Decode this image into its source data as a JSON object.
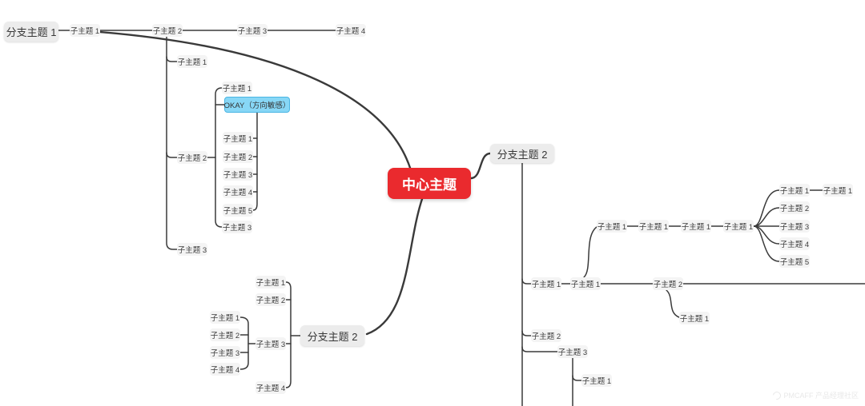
{
  "palette": {
    "canvas_bg": "#ffffff",
    "central_bg": "#ea2a2e",
    "central_text": "#ffffff",
    "branch_bg": "#ececec",
    "node_bg": "#f4f4f4",
    "highlight_bg": "#87d7f6",
    "highlight_border": "#4ab5e3",
    "line": "#3a3a3a",
    "text": "#3d3d3d",
    "watermark_color": "#e8e8e8"
  },
  "mindmap": {
    "central": {
      "label": "中心主题"
    },
    "branch1": {
      "label": "分支主题 1",
      "chain": [
        {
          "label": "子主题 1"
        },
        {
          "label": "子主题 2"
        },
        {
          "label": "子主题 3"
        },
        {
          "label": "子主题 4"
        }
      ],
      "sub2_children": [
        {
          "label": "子主题 1"
        },
        {
          "label": "子主题 2"
        },
        {
          "label": "子主题 3"
        }
      ],
      "inner_children": [
        {
          "label": "子主题 1"
        },
        {
          "label": "OKAY（方向敏感）"
        },
        {
          "label": "子主题 3"
        }
      ],
      "okay_children": [
        {
          "label": "子主题 1"
        },
        {
          "label": "子主题 2"
        },
        {
          "label": "子主题 3"
        },
        {
          "label": "子主题 4"
        },
        {
          "label": "子主题 5"
        }
      ]
    },
    "branch2_right": {
      "label": "分支主题 2",
      "row": [
        {
          "label": "子主题 1"
        },
        {
          "label": "子主题 1"
        },
        {
          "label": "子主题 2"
        }
      ],
      "row_sub": {
        "label": "子主题 1"
      },
      "upchain": [
        {
          "label": "子主题 1"
        },
        {
          "label": "子主题 1"
        },
        {
          "label": "子主题 1"
        },
        {
          "label": "子主题 1"
        }
      ],
      "fan": [
        {
          "label": "子主题 1"
        },
        {
          "label": "子主题 2"
        },
        {
          "label": "子主题 3"
        },
        {
          "label": "子主题 4"
        },
        {
          "label": "子主题 5"
        }
      ],
      "fan_child": {
        "label": "子主题 1"
      },
      "item2": {
        "label": "子主题 2"
      },
      "item3": {
        "label": "子主题 3"
      },
      "item3_child": {
        "label": "子主题 1"
      }
    },
    "branch2_bottom": {
      "label": "分支主题 2",
      "children": [
        {
          "label": "子主题 1"
        },
        {
          "label": "子主题 2"
        },
        {
          "label": "子主题 3"
        },
        {
          "label": "子主题 4"
        }
      ],
      "sub3_children": [
        {
          "label": "子主题 1"
        },
        {
          "label": "子主题 2"
        },
        {
          "label": "子主题 3"
        },
        {
          "label": "子主题 4"
        }
      ]
    }
  },
  "watermark": {
    "text": "PMCAFF 产品经理社区"
  }
}
